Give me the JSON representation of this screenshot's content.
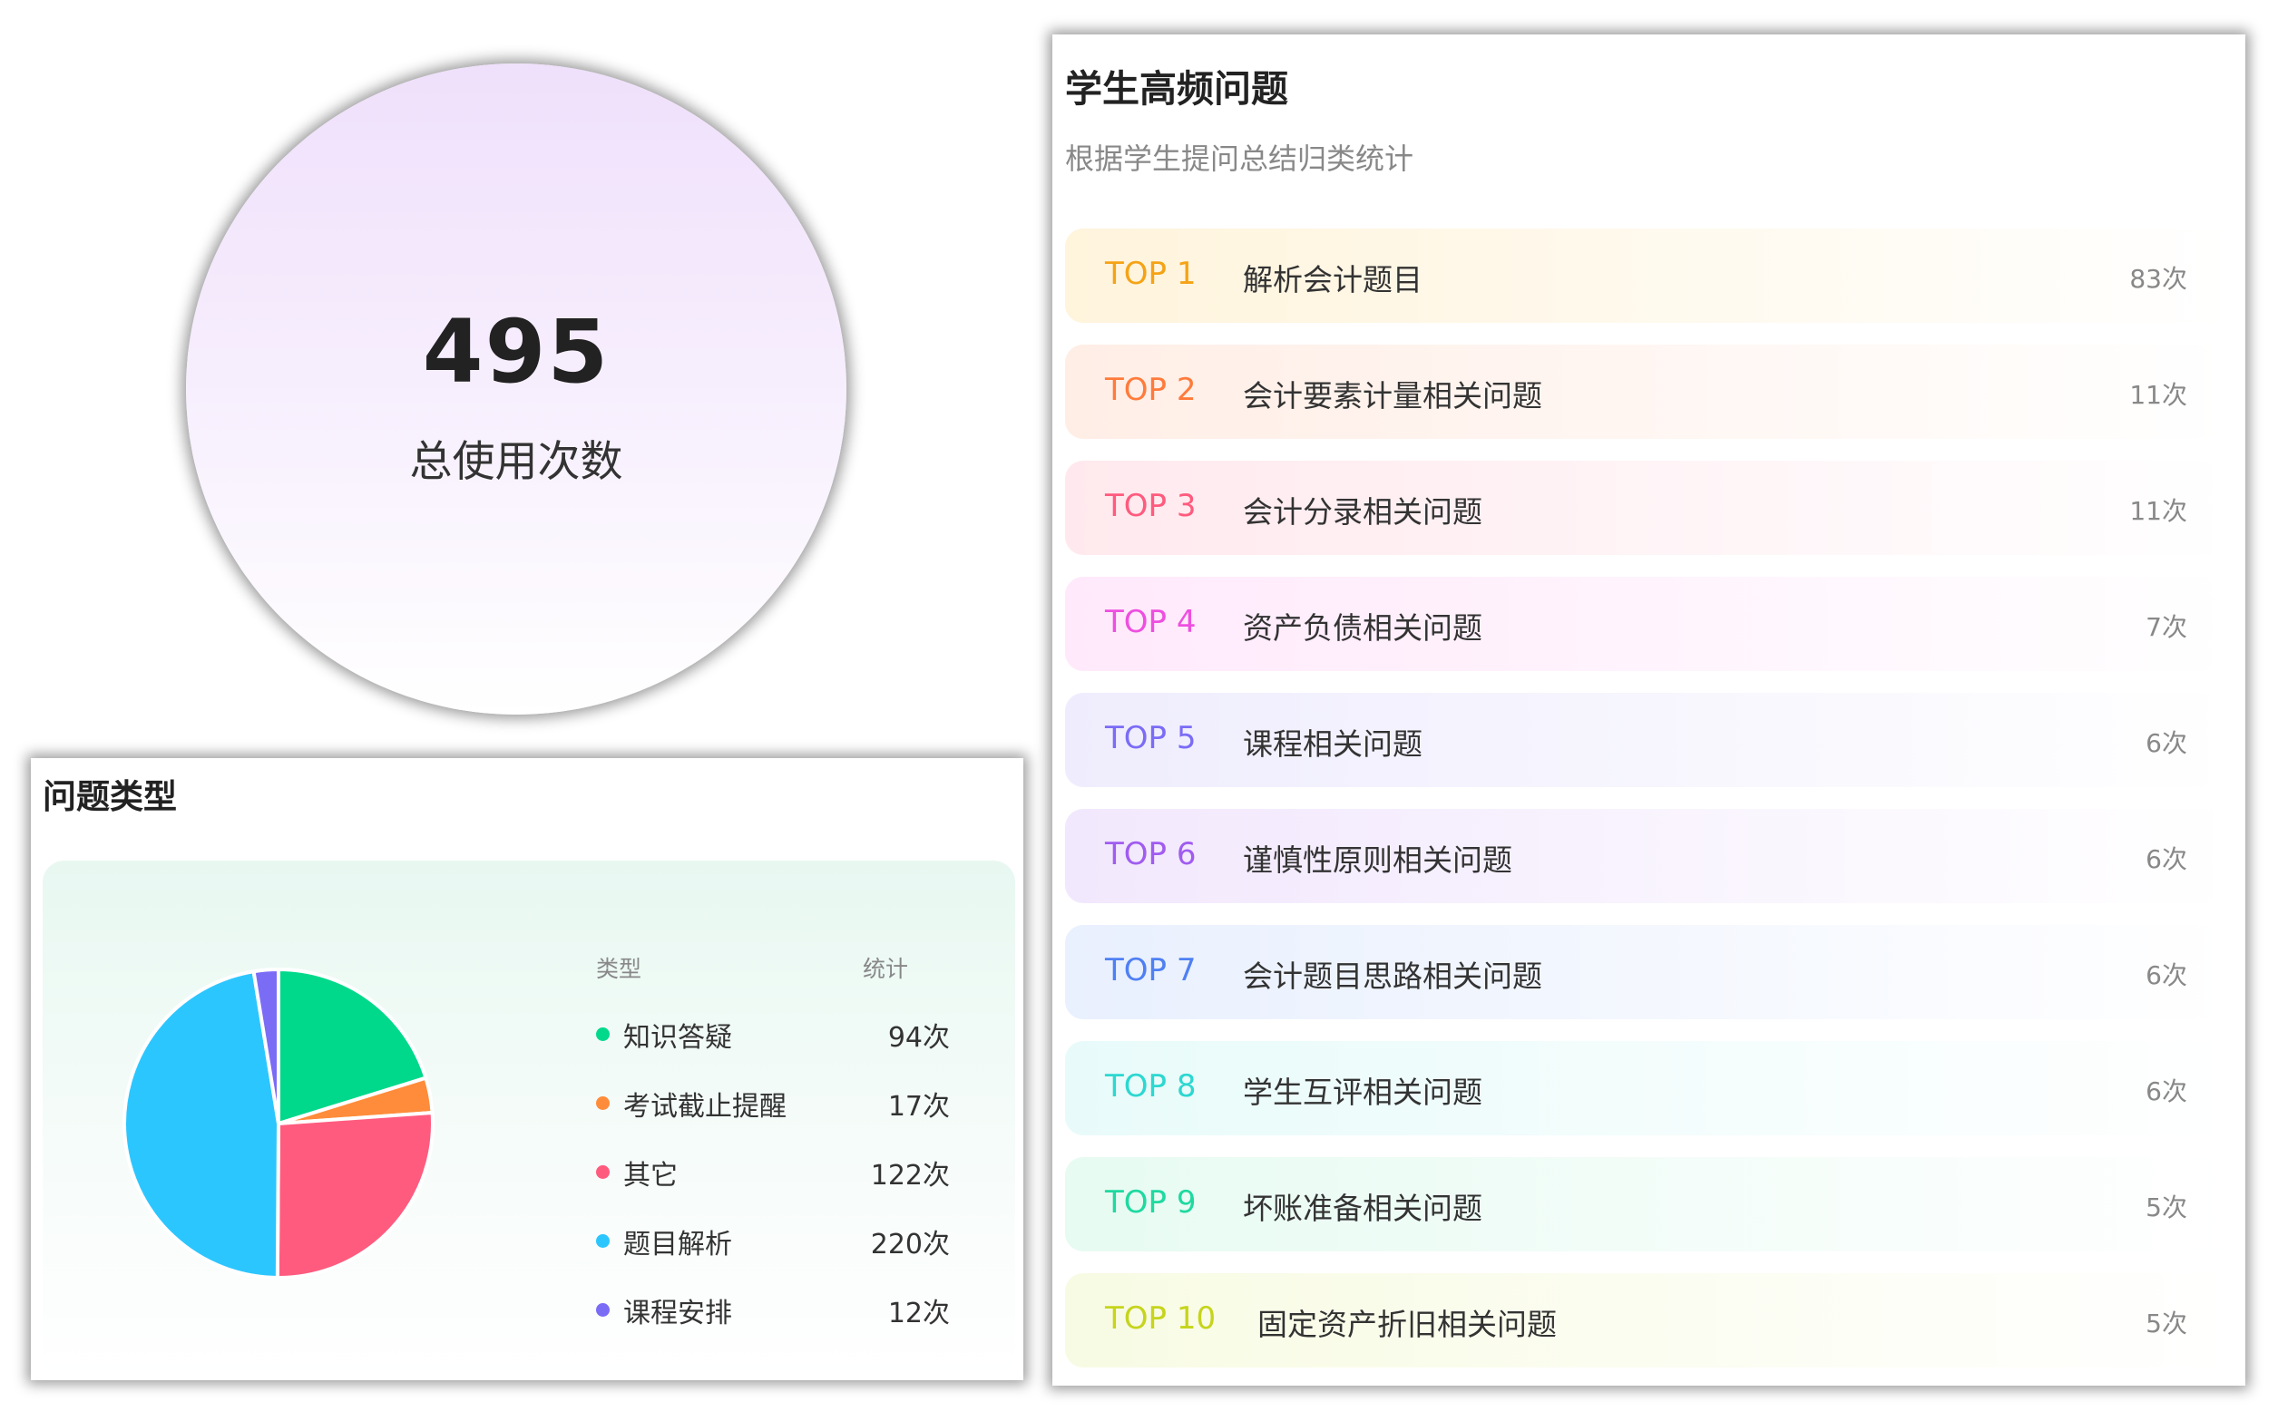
{
  "usage": {
    "total": "495",
    "label": "总使用次数"
  },
  "question_types": {
    "title": "问题类型",
    "col_type": "类型",
    "col_count": "统计",
    "items": [
      {
        "name": "知识答疑",
        "count": "94次",
        "value": 94,
        "color": "#00d98b"
      },
      {
        "name": "考试截止提醒",
        "count": "17次",
        "value": 17,
        "color": "#ff8c3a"
      },
      {
        "name": "其它",
        "count": "122次",
        "value": 122,
        "color": "#ff5b7e"
      },
      {
        "name": "题目解析",
        "count": "220次",
        "value": 220,
        "color": "#2cc6ff"
      },
      {
        "name": "课程安排",
        "count": "12次",
        "value": 12,
        "color": "#7b6cf6"
      }
    ]
  },
  "top_questions": {
    "title": "学生高频问题",
    "subtitle": "根据学生提问总结归类统计",
    "items": [
      {
        "rank": "TOP 1",
        "question": "解析会计题目",
        "count": "83次",
        "rank_color": "#f5a316",
        "bg": "#fff4dc"
      },
      {
        "rank": "TOP 2",
        "question": "会计要素计量相关问题",
        "count": "11次",
        "rank_color": "#ff7b3b",
        "bg": "#ffeee6"
      },
      {
        "rank": "TOP 3",
        "question": "会计分录相关问题",
        "count": "11次",
        "rank_color": "#ff5b7e",
        "bg": "#ffe9ee"
      },
      {
        "rank": "TOP 4",
        "question": "资产负债相关问题",
        "count": "7次",
        "rank_color": "#ee4fe0",
        "bg": "#ffe9fb"
      },
      {
        "rank": "TOP 5",
        "question": "课程相关问题",
        "count": "6次",
        "rank_color": "#7b6cf6",
        "bg": "#efedfd"
      },
      {
        "rank": "TOP 6",
        "question": "谨慎性原则相关问题",
        "count": "6次",
        "rank_color": "#a05cf0",
        "bg": "#f2e8fd"
      },
      {
        "rank": "TOP 7",
        "question": "会计题目思路相关问题",
        "count": "6次",
        "rank_color": "#4f80f3",
        "bg": "#e9f0fe"
      },
      {
        "rank": "TOP 8",
        "question": "学生互评相关问题",
        "count": "6次",
        "rank_color": "#2cd8d0",
        "bg": "#e8fbfa"
      },
      {
        "rank": "TOP 9",
        "question": "坏账准备相关问题",
        "count": "5次",
        "rank_color": "#1fd9a0",
        "bg": "#e7fbf2"
      },
      {
        "rank": "TOP 10",
        "question": "固定资产折旧相关问题",
        "count": "5次",
        "rank_color": "#c6d41c",
        "bg": "#f8fbe3"
      }
    ]
  },
  "chart_data": {
    "type": "pie",
    "categories": [
      "知识答疑",
      "考试截止提醒",
      "其它",
      "题目解析",
      "课程安排"
    ],
    "values": [
      94,
      17,
      122,
      220,
      12
    ]
  }
}
